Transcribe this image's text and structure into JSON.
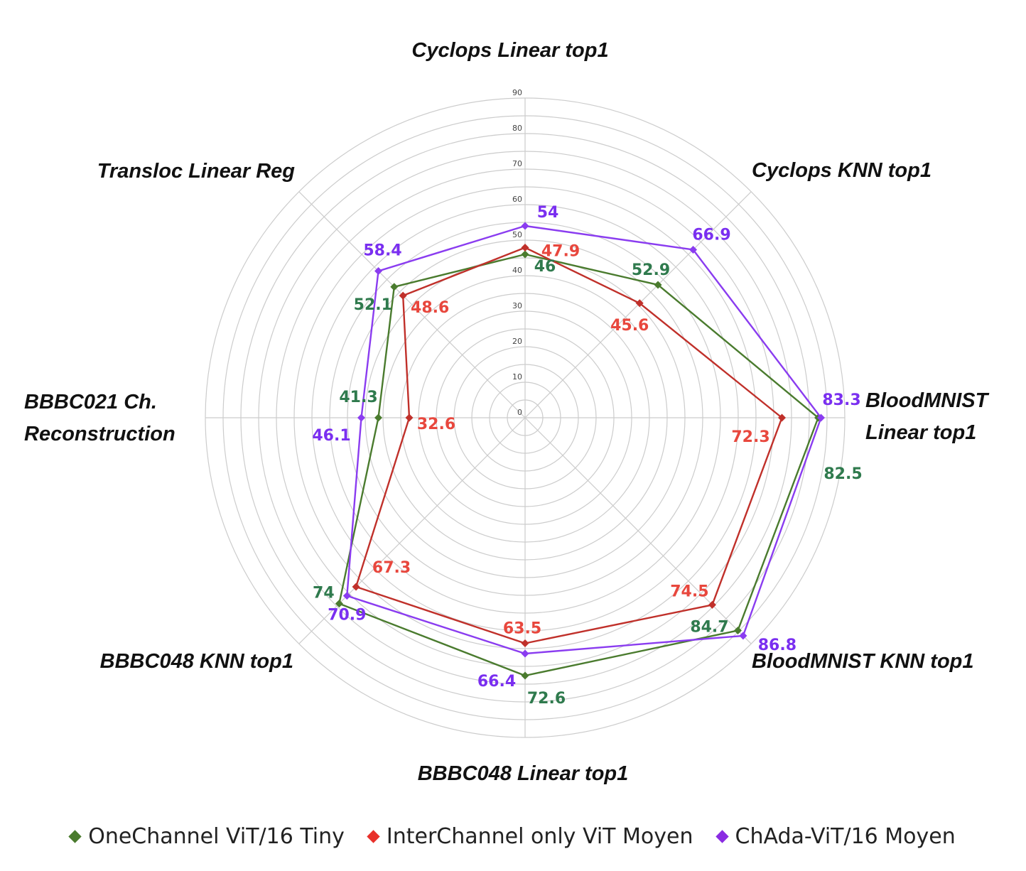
{
  "chart_data": {
    "type": "radar",
    "axes": [
      "Cyclops Linear top1",
      "Cyclops KNN top1",
      "BloodMNIST Linear top1",
      "BloodMNIST KNN top1",
      "BBBC048 Linear top1",
      "BBBC048 KNN top1",
      "BBBC021 Ch. Reconstruction",
      "Transloc Linear Reg"
    ],
    "rlim": [
      0,
      90
    ],
    "ticks": [
      "0",
      "10",
      "20",
      "30",
      "40",
      "50",
      "60",
      "70",
      "80",
      "90"
    ],
    "series": [
      {
        "name": "OneChannel ViT/16 Tiny",
        "color": "#4a7b2e",
        "label_color": "#2f7a4d",
        "values": [
          46,
          52.9,
          82.5,
          84.7,
          72.6,
          74,
          41.3,
          52.1
        ],
        "labels": [
          "46",
          "52.9",
          "82.5",
          "84.7",
          "72.6",
          "74",
          "41.3",
          "52.1"
        ]
      },
      {
        "name": "InterChannel only ViT Moyen",
        "color": "#c0302a",
        "label_color": "#e8473d",
        "values": [
          47.9,
          45.6,
          72.3,
          74.5,
          63.5,
          67.3,
          32.6,
          48.6
        ],
        "labels": [
          "47.9",
          "45.6",
          "72.3",
          "74.5",
          "63.5",
          "67.3",
          "32.6",
          "48.6"
        ]
      },
      {
        "name": "ChAda-ViT/16 Moyen",
        "color": "#8a3cf0",
        "label_color": "#7a2ff0",
        "values": [
          54,
          66.9,
          83.3,
          86.8,
          66.4,
          70.9,
          46.1,
          58.4
        ],
        "labels": [
          "54",
          "66.9",
          "83.3",
          "86.8",
          "66.4",
          "70.9",
          "46.1",
          "58.4"
        ]
      }
    ],
    "grid": true,
    "legend": "bottom"
  },
  "legend_marker_colors": [
    "#4a7b2e",
    "#e8302a",
    "#8a2be2"
  ]
}
